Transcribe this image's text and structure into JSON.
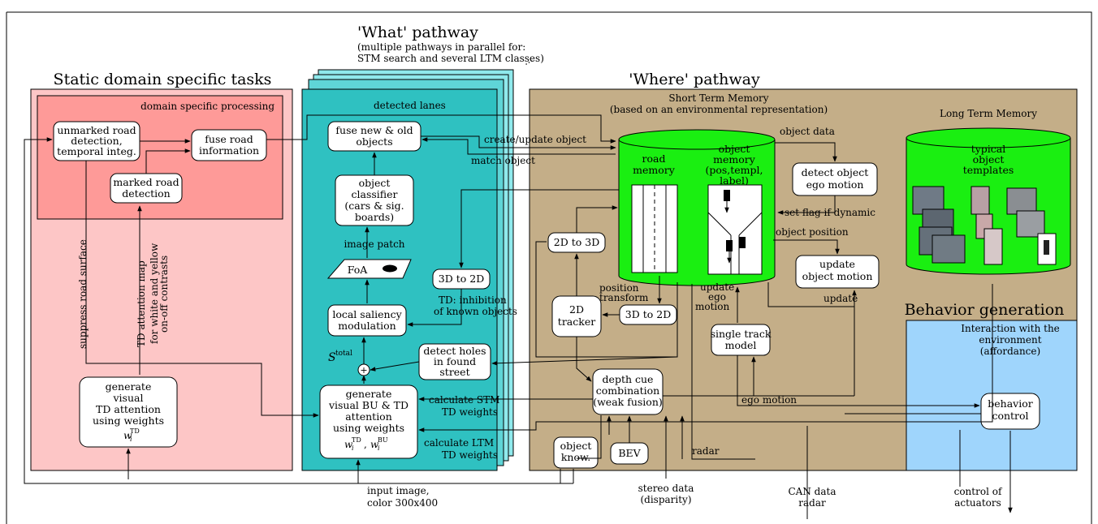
{
  "titles": {
    "static": "Static domain specific tasks",
    "what": "'What' pathway",
    "what_sub1": "(multiple pathways in parallel for:",
    "what_sub2": "STM search and several LTM classes)",
    "what_dots": "...",
    "where": "'Where' pathway",
    "behavior": "Behavior generation"
  },
  "regions": {
    "domain_processing": "domain specific processing",
    "stm_title": "Short Term Memory",
    "stm_sub": "(based on an environmental representation)",
    "ltm_title": "Long Term Memory",
    "interaction": [
      "Interaction with the",
      "environment",
      "(affordance)"
    ],
    "road_memory": [
      "road",
      "memory"
    ],
    "object_memory": [
      "object",
      "memory",
      "(pos,templ,",
      "label)"
    ],
    "typical_templates": [
      "typical",
      "object",
      "templates"
    ]
  },
  "nodes": {
    "unmarked_road": [
      "unmarked road",
      "detection,",
      "temporal integ."
    ],
    "fuse_road": [
      "fuse road",
      "information"
    ],
    "marked_road": [
      "marked road",
      "detection"
    ],
    "generate_td": [
      "generate",
      "visual",
      "TD attention",
      "using weights"
    ],
    "generate_td_weight": "w",
    "fuse_objects": [
      "fuse new & old",
      "objects"
    ],
    "object_classifier": [
      "object",
      "classifier",
      "(cars & sig.",
      "boards)"
    ],
    "foa": "FoA",
    "local_saliency": [
      "local saliency",
      "modulation"
    ],
    "three_d_to_2d_what": "3D to 2D",
    "detect_holes": [
      "detect holes",
      "in found",
      "street"
    ],
    "generate_bu_td": [
      "generate",
      "visual BU & TD",
      "attention",
      "using weights"
    ],
    "two_d_to_3d": "2D to 3D",
    "tracker": [
      "2D",
      "tracker"
    ],
    "three_d_to_2d_where": "3D to 2D",
    "depth_cue": [
      "depth cue",
      "combination",
      "(weak fusion)"
    ],
    "object_know": [
      "object",
      "know."
    ],
    "bev": "BEV",
    "detect_ego": [
      "detect object",
      "ego motion"
    ],
    "update_motion": [
      "update",
      "object motion"
    ],
    "single_track": [
      "single track",
      "model"
    ],
    "behavior_control": [
      "behavior",
      "control"
    ],
    "sum": "+"
  },
  "labels": {
    "detected_lanes": "detected lanes",
    "create_update": "create/update object",
    "match_object": "match object",
    "object_data": "object data",
    "set_flag": "set flag if dynamic",
    "object_position": "object position",
    "update": "update",
    "update_ego": [
      "update",
      "ego",
      "motion"
    ],
    "position_transform": [
      "position",
      "transform"
    ],
    "image_patch": "image patch",
    "td_inhibition": [
      "TD: inhibition",
      "of known objects"
    ],
    "s_total": "S",
    "s_total_sup": "total",
    "calc_stm": [
      "calculate STM",
      "TD weights"
    ],
    "calc_ltm": [
      "calculate LTM",
      "TD weights"
    ],
    "ego_motion": "ego motion",
    "radar": "radar",
    "suppress": "suppress road surface",
    "td_attention_map": "TD attention map",
    "for_white": [
      "for white and yellow",
      "on-off contrasts"
    ],
    "input_image": [
      "input image,",
      "color 300x400"
    ],
    "stereo": [
      "stereo data",
      "(disparity)"
    ],
    "can": [
      "CAN data",
      "radar"
    ],
    "actuators": [
      "control of",
      "actuators"
    ]
  },
  "colors": {
    "static_bg": "#fdc6c6",
    "domain_bg": "#fe9a98",
    "what_bg": "#2fc1c1",
    "what_back": "#8fe9ec",
    "where_bg": "#c4ae88",
    "memory_green": "#1aef11",
    "behavior_bg": "#9fd5fc"
  }
}
